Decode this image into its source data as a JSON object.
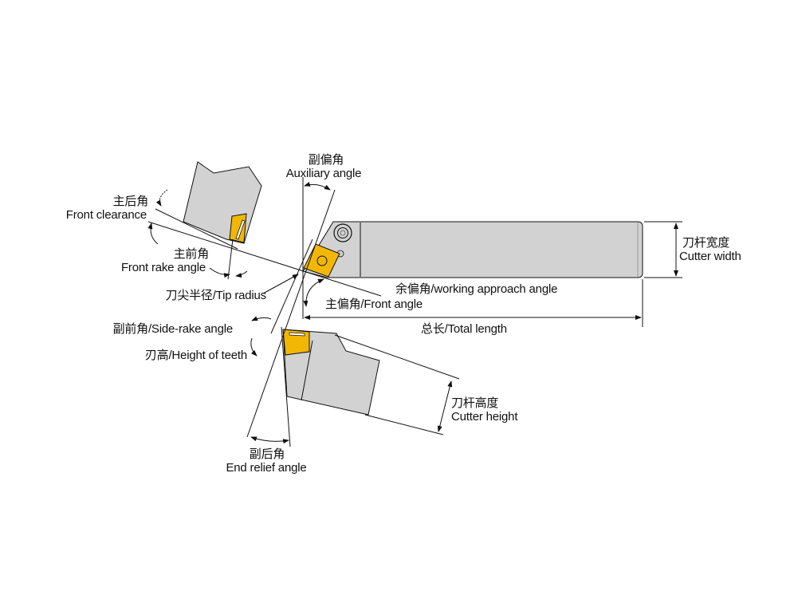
{
  "colors": {
    "metal": "#d2d2d2",
    "insert": "#f2b705",
    "line": "#111111",
    "background": "#ffffff"
  },
  "labels": {
    "auxiliary_angle": {
      "zh": "副偏角",
      "en": "Auxiliary angle"
    },
    "front_clearance": {
      "zh": "主后角",
      "en": "Front clearance"
    },
    "front_rake_angle": {
      "zh": "主前角",
      "en": "Front rake angle"
    },
    "tip_radius": "刀尖半径/Tip radius",
    "working_approach_angle": "余偏角/working approach angle",
    "front_angle": "主偏角/Front angle",
    "total_length": "总长/Total length",
    "side_rake_angle": "副前角/Side-rake angle",
    "height_of_teeth": "刃高/Height of teeth",
    "cutter_width": {
      "zh": "刀杆宽度",
      "en": "Cutter width"
    },
    "cutter_height": {
      "zh": "刀杆高度",
      "en": "Cutter height"
    },
    "end_relief_angle": {
      "zh": "副后角",
      "en": "End relief angle"
    }
  }
}
